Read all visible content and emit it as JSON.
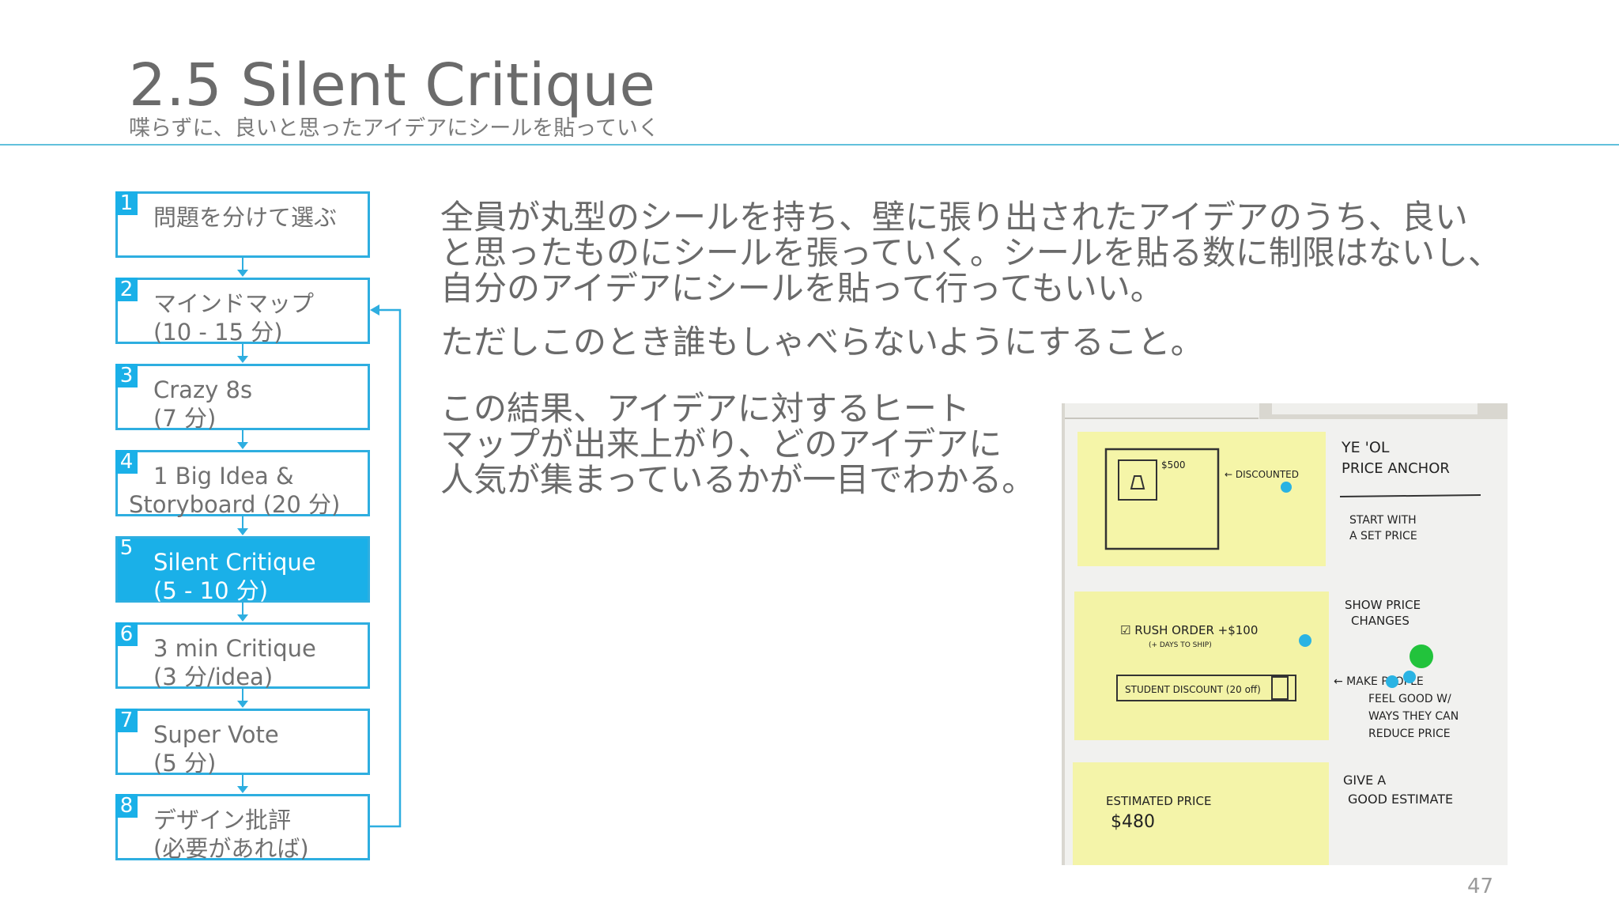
{
  "slide": {
    "title": "2.5 Silent Critique",
    "subtitle": "喋らずに、良いと思ったアイデアにシールを貼っていく",
    "page_number": "47"
  },
  "steps": [
    {
      "num": "1",
      "label": "問題を分けて選ぶ",
      "active": false
    },
    {
      "num": "2",
      "label": "マインドマップ\n(10 - 15 分)",
      "active": false
    },
    {
      "num": "3",
      "label": "Crazy 8s\n(7 分)",
      "active": false
    },
    {
      "num": "4",
      "label": "1 Big Idea &\nStoryboard (20 分)",
      "active": false
    },
    {
      "num": "5",
      "label": "Silent Critique\n(5 - 10 分)",
      "active": true
    },
    {
      "num": "6",
      "label": "3 min Critique\n(3 分/idea)",
      "active": false
    },
    {
      "num": "7",
      "label": "Super Vote\n(5 分)",
      "active": false
    },
    {
      "num": "8",
      "label": "デザイン批評\n(必要があれば)",
      "active": false
    }
  ],
  "body": {
    "para1_line1": "全員が丸型のシールを持ち、壁に張り出されたアイデアのうち、良い",
    "para1_line2": "と思ったものにシールを張っていく。シールを貼る数に制限はないし、",
    "para1_line3": "自分のアイデアにシールを貼って行ってもいい。",
    "para2": "ただしこのとき誰もしゃべらないようにすること。",
    "para3_line1": "この結果、アイデアに対するヒート",
    "para3_line2": "マップが出来上がり、どのアイデアに",
    "para3_line3": "人気が集まっているかが一目でわかる。"
  },
  "photo": {
    "note1_price": "$500",
    "note1_arrow": "← DISCOUNTED",
    "note2_item1": "☑ RUSH ORDER +$100",
    "note2_item1_sub": "(+ DAYS TO SHIP)",
    "note2_item2": "STUDENT DISCOUNT (20 off)",
    "note3_line1": "ESTIMATED PRICE",
    "note3_line2": "$480",
    "side1_line1": "YE 'OL",
    "side1_line2": "PRICE ANCHOR",
    "side2_line1": "START WITH",
    "side2_line2": "A SET PRICE",
    "side3_line1": "SHOW PRICE",
    "side3_line2": "CHANGES",
    "side4_line1": "← MAKE PEOPLE",
    "side4_line2": "FEEL GOOD W/",
    "side4_line3": "WAYS THEY CAN",
    "side4_line4": "REDUCE PRICE",
    "side5_line1": "GIVE A",
    "side5_line2": "GOOD ESTIMATE",
    "colors": {
      "sticky": "#f5f5a8",
      "sticker_blue": "#2ab3e3",
      "sticker_green": "#22c33c",
      "paper": "#f1f1ef"
    }
  },
  "colors": {
    "accent": "#1ab0e8",
    "rule": "#62c1dc"
  }
}
